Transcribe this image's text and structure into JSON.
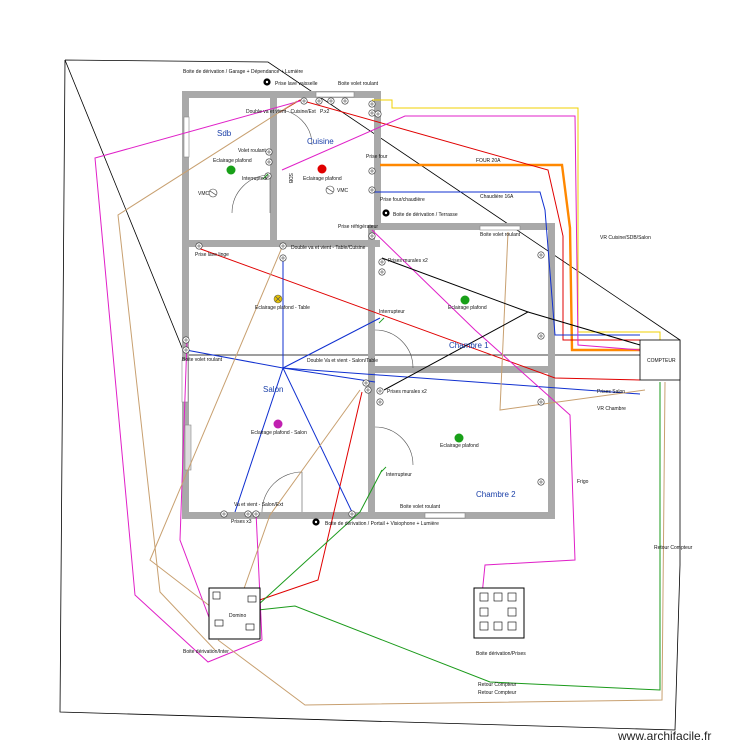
{
  "rooms": {
    "sdb": "Sdb",
    "cuisine": "Cuisine",
    "salon": "Salon",
    "chambre1": "Chambre 1",
    "chambre2": "Chambre 2"
  },
  "labels": {
    "boite_garage": "Boite de dérivation / Garage + Dépendance + Lumière",
    "prise_lave_vaisselle": "Prise lave vaisselle",
    "boite_volet_roulant_top": "Boite volet roulant",
    "double_va_vient_cuisine": "Double va et vient - Cuisine/Ext",
    "prises_x2_top": "P.x2",
    "volet_roulant_sdb": "Volet roulant",
    "eclairage_sdb": "Eclairage plafond",
    "interrupteur_sdb": "Interrupteur",
    "eclairage_cuisine": "Eclairage plafond",
    "prise_four": "Prise four",
    "sdb_tag": "SDB",
    "vmc_sdb": "VMC",
    "vmc_cuisine": "VMC",
    "prise_four_chaudiere": "Prise four/chaudière",
    "boite_terrasse": "Boite de dérivation / Terrasse",
    "prise_refrigerateur": "Prise réfrigérateur",
    "double_va_vient_table": "Double va et vient - Table/Cuisine",
    "prise_lave_linge": "Prise lave linge",
    "prises_murales_x2_ch1": "Prises murales x2",
    "eclairage_table": "Eclairage plafond - Table",
    "eclairage_ch1": "Eclairage plafond",
    "interrupteur_ch1": "Interrupteur",
    "boite_volet_roulant_salon": "Boite volet roulant",
    "double_va_vient_salon": "Double Va et vient - Salon/Table",
    "prises_murales_x2_ch2": "Prises murales x2",
    "eclairage_salon": "Eclairage plafond - Salon",
    "eclairage_ch2": "Eclairage plafond",
    "interrupteur_ch2": "Interrupteur",
    "va_vient_salon_ext": "Va et vient - Salon/Ext",
    "prises_x3": "Prises x3",
    "boite_volet_roulant_ch2": "Boite volet roulant",
    "boite_portail": "Boite de dérivation / Portail + Visiophone + Lumière",
    "domino": "Domino",
    "boite_derivation_inter": "Boite dérivation/Inter",
    "boite_derivation_prises": "Boite dérivation/Prises",
    "compteur": "COMPTEUR",
    "four_20a": "FOUR 20A",
    "chaudiere_16a": "Chaudière 16A",
    "boite_volet_roulant_ch1": "Boite volet roulant",
    "vr_cuisine": "VR Cuisine/SDB/Salon",
    "prises_salon": "Prises Salon",
    "vr_chambre": "VR Chambre",
    "frigo": "Frigo",
    "retour_compteur_1": "Retour Compteur",
    "retour_compteur_2": "Retour Compteur",
    "retour_compteur_3": "Retour Compteur"
  },
  "watermark": "www.archifacile.fr",
  "colors": {
    "wall": "#a9a9a9",
    "red": "#e00000",
    "blue": "#1030d0",
    "magenta": "#e020c8",
    "orange": "#ff8800",
    "yellow": "#f0d000",
    "green": "#1a9a1a",
    "tan": "#c8a070",
    "black": "#000000",
    "room_text": "#1a3fa8"
  }
}
